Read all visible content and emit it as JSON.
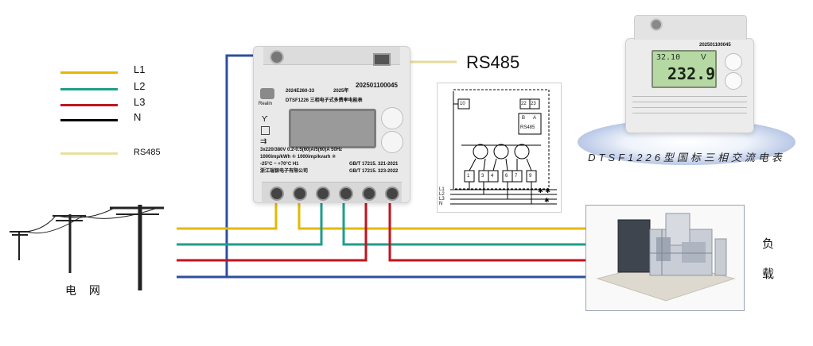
{
  "legend": {
    "items": [
      {
        "label": "L1",
        "color": "#E6B800"
      },
      {
        "label": "L2",
        "color": "#1E9E8B"
      },
      {
        "label": "L3",
        "color": "#C0151F"
      },
      {
        "label": "N",
        "color": "#000000"
      }
    ],
    "rs485": {
      "label": "RS485",
      "color": "#E7E0A0"
    }
  },
  "labels": {
    "rs485_big": "RS485",
    "grid": "电 网",
    "load_top": "负",
    "load_bottom": "载"
  },
  "meter_main": {
    "brand": "Realin",
    "cert": "2024E260-33",
    "year": "2025年",
    "serial": "202501100045",
    "model": "DTSF1226 三相电子式多费率电能表",
    "spec1": "3x220/380V 0.2-0.5(60)A/5(60)A 50Hz",
    "spec2": "1000imp/kWh ① 1000imp/kvarh ②",
    "spec3": "-25°C ~ +70°C  H1",
    "maker": "浙江瑞银电子有限公司",
    "std1": "GB/T 17215. 321-2021",
    "std2": "GB/T 17215. 323-2022"
  },
  "meter_photo": {
    "serial": "202501100045",
    "volts_top": "32.10",
    "unit": "V",
    "reading": "232.9",
    "caption": "DTSF1226型国标三相交流电表"
  },
  "wiring": {
    "top_terminal": "10",
    "rs_terminals": [
      "22",
      "23"
    ],
    "rs_labels": [
      "B",
      "A"
    ],
    "rs_name": "RS485",
    "bottom_terminals": [
      "1",
      "3",
      "4",
      "6",
      "7",
      "9"
    ],
    "side_labels": [
      "L1",
      "L2",
      "L3",
      "N"
    ]
  }
}
